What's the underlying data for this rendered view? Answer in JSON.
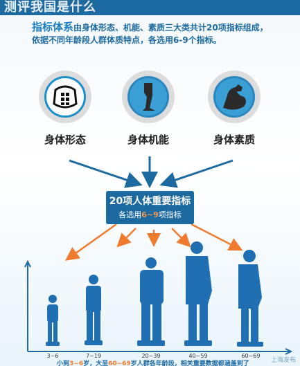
{
  "header": {
    "title_partial": "测评我国是什么"
  },
  "intro": {
    "highlight": "指标体系",
    "line1_rest": "由身体形态、机能、素质三大类共计20项指标组成，",
    "line2": "依据不同年龄段人群体质特点，各选用6-9个指标。"
  },
  "categories": [
    {
      "label": "身体形态",
      "icon": "torso-icon"
    },
    {
      "label": "身体机能",
      "icon": "leg-icon"
    },
    {
      "label": "身体素质",
      "icon": "flexed-arm-icon"
    }
  ],
  "center_box": {
    "line1": "20项人体重要指标",
    "line2_prefix": "各选用",
    "line2_num": "6~9",
    "line2_suffix": "项指标"
  },
  "age_groups": [
    "3~6",
    "7~19",
    "20~39",
    "40~59",
    "60~69"
  ],
  "caption": {
    "p1": "小到",
    "n1": "3~6",
    "p2": "岁，大至",
    "n2": "60~69",
    "p3": "岁人群各年龄段，相关重要数据都涵盖到了"
  },
  "watermark": "上海发布",
  "colors": {
    "blue": "#1d6aa1",
    "orange": "#f07a2d",
    "gray": "#dcdcdc"
  }
}
